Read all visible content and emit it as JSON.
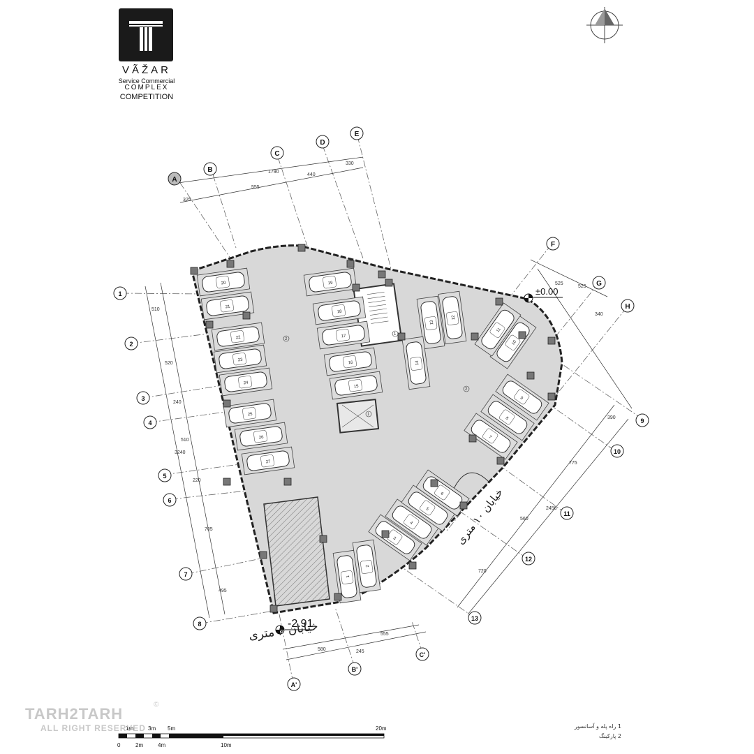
{
  "logo": {
    "mark": "T",
    "title": "VÃŽAR",
    "sub_line1": "Service Commercial",
    "sub_line2": "COMPLEX",
    "competition": "COMPETITION"
  },
  "grid": {
    "letters": [
      "A",
      "B",
      "C",
      "D",
      "E",
      "F",
      "G",
      "H"
    ],
    "numbers": [
      "1",
      "2",
      "3",
      "4",
      "5",
      "6",
      "7",
      "8",
      "9",
      "10",
      "11",
      "12",
      "13"
    ],
    "bottom_letters": [
      "A'",
      "B'",
      "C'"
    ]
  },
  "dimensions": {
    "top_total": "1790",
    "top_d": "440",
    "top_e": "330",
    "top_a": "325",
    "top_b": "555",
    "left_1": "510",
    "left_2": "520",
    "left_3": "240",
    "left_4": "510",
    "left_total": "3240",
    "left_5": "220",
    "left_6": "705",
    "left_7": "495",
    "right_1": "525",
    "right_2": "525",
    "right_3": "340",
    "right_4": "390",
    "right_5": "775",
    "right_6": "2456",
    "right_7": "560",
    "right_8": "720",
    "bottom_total": "555",
    "bottom_1": "580",
    "bottom_2": "245"
  },
  "levels": {
    "upper": "±0.00",
    "lower": "-2.91"
  },
  "streets": {
    "bottom": "خیابان ۶ متری",
    "right": "خیابان ۱۰ متری"
  },
  "spaces": {
    "stair_code": "1",
    "parking_code": "2"
  },
  "parking_spots": [
    "1",
    "2",
    "3",
    "4",
    "5",
    "6",
    "7",
    "8",
    "9",
    "10",
    "11",
    "12",
    "13",
    "14",
    "15",
    "16",
    "17",
    "18",
    "19",
    "20",
    "21",
    "22",
    "23",
    "24",
    "25",
    "26",
    "27"
  ],
  "scale_bar": {
    "labels": [
      "0",
      "1m",
      "2m",
      "3m",
      "4m",
      "5m",
      "10m",
      "20m"
    ]
  },
  "legend": [
    {
      "num": "1",
      "text": "راه پله و آسانسور"
    },
    {
      "num": "2",
      "text": "پارکینگ"
    }
  ],
  "watermark": {
    "main": "TARH2TARH",
    "sub": "ALL RIGHT RESERVED",
    "mark": "©"
  }
}
